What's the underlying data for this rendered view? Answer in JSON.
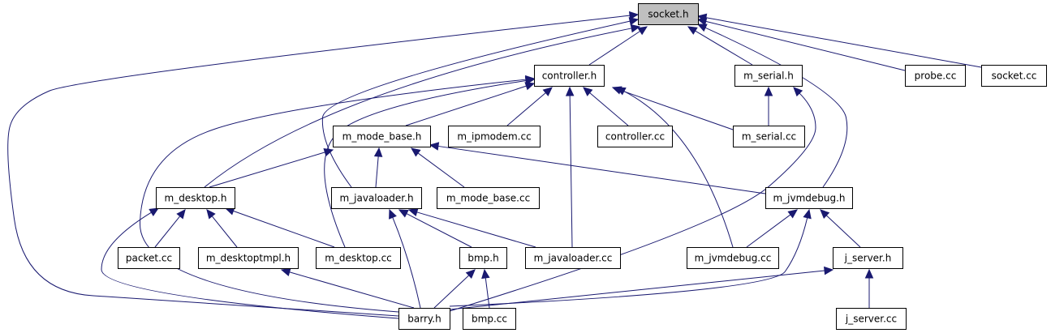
{
  "diagram": {
    "nodes": [
      {
        "id": "socket_h",
        "label": "socket.h",
        "root": true
      },
      {
        "id": "controller_h",
        "label": "controller.h"
      },
      {
        "id": "m_serial_h",
        "label": "m_serial.h"
      },
      {
        "id": "probe_cc",
        "label": "probe.cc"
      },
      {
        "id": "socket_cc",
        "label": "socket.cc"
      },
      {
        "id": "m_mode_base_h",
        "label": "m_mode_base.h"
      },
      {
        "id": "m_ipmodem_cc",
        "label": "m_ipmodem.cc"
      },
      {
        "id": "controller_cc",
        "label": "controller.cc"
      },
      {
        "id": "m_serial_cc",
        "label": "m_serial.cc"
      },
      {
        "id": "m_desktop_h",
        "label": "m_desktop.h"
      },
      {
        "id": "m_javaloader_h",
        "label": "m_javaloader.h"
      },
      {
        "id": "m_mode_base_cc",
        "label": "m_mode_base.cc"
      },
      {
        "id": "m_jvmdebug_h",
        "label": "m_jvmdebug.h"
      },
      {
        "id": "packet_cc",
        "label": "packet.cc"
      },
      {
        "id": "m_desktoptmpl_h",
        "label": "m_desktoptmpl.h"
      },
      {
        "id": "m_desktop_cc",
        "label": "m_desktop.cc"
      },
      {
        "id": "bmp_h",
        "label": "bmp.h"
      },
      {
        "id": "m_javaloader_cc",
        "label": "m_javaloader.cc"
      },
      {
        "id": "m_jvmdebug_cc",
        "label": "m_jvmdebug.cc"
      },
      {
        "id": "j_server_h",
        "label": "j_server.h"
      },
      {
        "id": "barry_h",
        "label": "barry.h"
      },
      {
        "id": "bmp_cc",
        "label": "bmp.cc"
      },
      {
        "id": "j_server_cc",
        "label": "j_server.cc"
      }
    ],
    "edges": [
      {
        "from": "controller_h",
        "to": "socket_h"
      },
      {
        "from": "m_serial_h",
        "to": "socket_h"
      },
      {
        "from": "probe_cc",
        "to": "socket_h"
      },
      {
        "from": "socket_cc",
        "to": "socket_h"
      },
      {
        "from": "m_desktop_h",
        "to": "socket_h"
      },
      {
        "from": "m_javaloader_h",
        "to": "socket_h"
      },
      {
        "from": "m_jvmdebug_h",
        "to": "socket_h"
      },
      {
        "from": "barry_h",
        "to": "socket_h"
      },
      {
        "from": "m_mode_base_h",
        "to": "controller_h"
      },
      {
        "from": "m_ipmodem_cc",
        "to": "controller_h"
      },
      {
        "from": "controller_cc",
        "to": "controller_h"
      },
      {
        "from": "m_serial_cc",
        "to": "controller_h"
      },
      {
        "from": "m_javaloader_cc",
        "to": "controller_h"
      },
      {
        "from": "m_jvmdebug_cc",
        "to": "controller_h"
      },
      {
        "from": "m_desktop_cc",
        "to": "controller_h"
      },
      {
        "from": "barry_h",
        "to": "controller_h"
      },
      {
        "from": "m_serial_cc",
        "to": "m_serial_h"
      },
      {
        "from": "barry_h",
        "to": "m_serial_h"
      },
      {
        "from": "m_desktop_h",
        "to": "m_mode_base_h"
      },
      {
        "from": "m_javaloader_h",
        "to": "m_mode_base_h"
      },
      {
        "from": "m_mode_base_cc",
        "to": "m_mode_base_h"
      },
      {
        "from": "m_jvmdebug_h",
        "to": "m_mode_base_h"
      },
      {
        "from": "packet_cc",
        "to": "m_desktop_h"
      },
      {
        "from": "m_desktoptmpl_h",
        "to": "m_desktop_h"
      },
      {
        "from": "m_desktop_cc",
        "to": "m_desktop_h"
      },
      {
        "from": "barry_h",
        "to": "m_desktop_h"
      },
      {
        "from": "bmp_h",
        "to": "m_javaloader_h"
      },
      {
        "from": "m_javaloader_cc",
        "to": "m_javaloader_h"
      },
      {
        "from": "barry_h",
        "to": "m_javaloader_h"
      },
      {
        "from": "m_jvmdebug_cc",
        "to": "m_jvmdebug_h"
      },
      {
        "from": "j_server_h",
        "to": "m_jvmdebug_h"
      },
      {
        "from": "barry_h",
        "to": "m_jvmdebug_h"
      },
      {
        "from": "barry_h",
        "to": "m_desktoptmpl_h"
      },
      {
        "from": "barry_h",
        "to": "bmp_h"
      },
      {
        "from": "bmp_cc",
        "to": "bmp_h"
      },
      {
        "from": "barry_h",
        "to": "j_server_h"
      },
      {
        "from": "j_server_cc",
        "to": "j_server_h"
      }
    ]
  }
}
